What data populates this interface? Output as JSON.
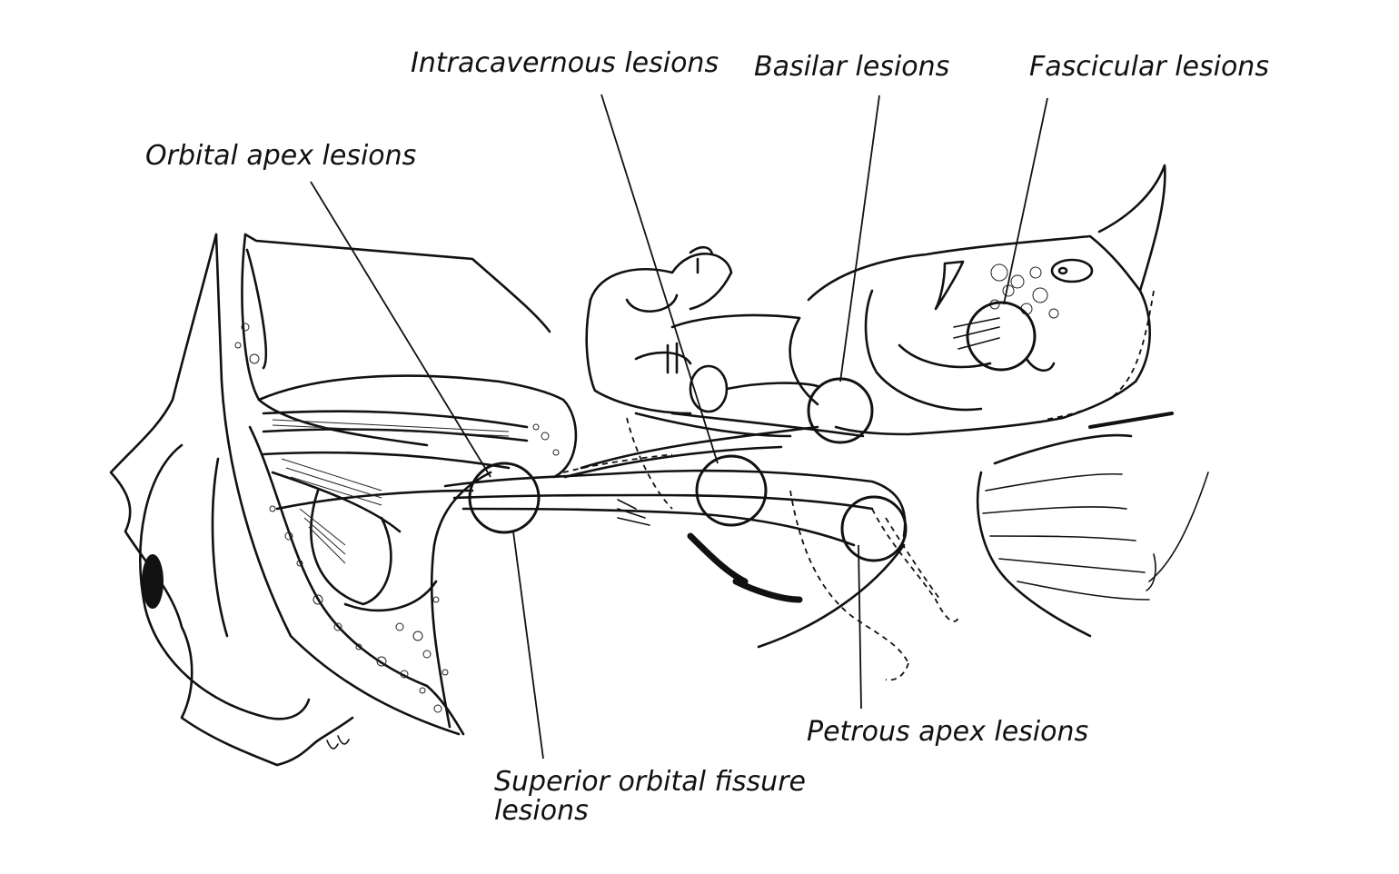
{
  "labels": {
    "intracavernous": "Intracavernous lesions",
    "basilar": "Basilar lesions",
    "fascicular": "Fascicular lesions",
    "orbital_apex": "Orbital apex lesions",
    "petrous_apex": "Petrous apex lesions",
    "superior_orbital_fissure_line1": "Superior orbital fissure",
    "superior_orbital_fissure_line2": "lesions"
  },
  "colors": {
    "ink": "#111111",
    "background": "#ffffff"
  }
}
